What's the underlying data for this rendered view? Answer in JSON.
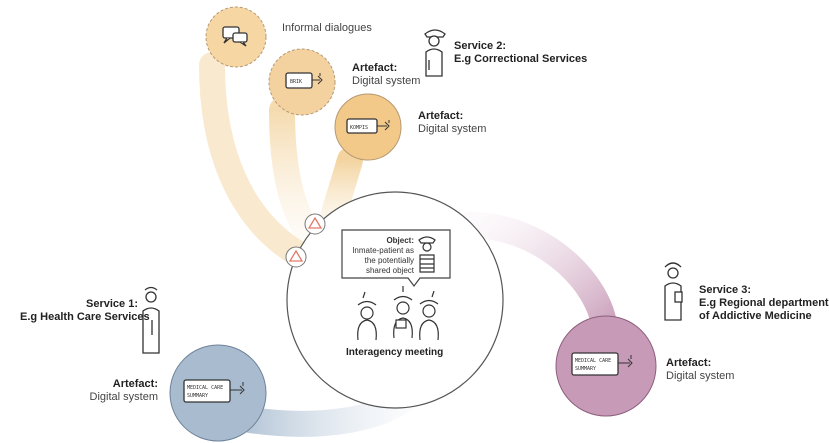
{
  "informal": {
    "label": "Informal dialogues",
    "icon": "speech-bubbles-icon"
  },
  "artefact_brik": {
    "title": "Artefact:",
    "subtitle": "Digital system",
    "device_label": "BRIK"
  },
  "artefact_kompis": {
    "title": "Artefact:",
    "subtitle": "Digital system",
    "device_label": "KOMPIS"
  },
  "service2": {
    "title": "Service 2:",
    "subtitle": "E.g Correctional Services",
    "icon": "officer-figure-icon"
  },
  "service1": {
    "title": "Service 1:",
    "subtitle": "E.g Health Care Services",
    "icon": "nurse-figure-icon"
  },
  "service3": {
    "title": "Service 3:",
    "subtitle": "E.g Regional department",
    "subtitle2": "of Addictive Medicine",
    "icon": "staff-figure-icon"
  },
  "artefact_left": {
    "title": "Artefact:",
    "subtitle": "Digital system",
    "device_label_1": "MEDICAL CARE",
    "device_label_2": "SUMMARY"
  },
  "artefact_right": {
    "title": "Artefact:",
    "subtitle": "Digital system",
    "device_label_1": "MEDICAL CARE",
    "device_label_2": "SUMMARY"
  },
  "meeting": {
    "title": "Interagency meeting",
    "object_title": "Object:",
    "object_line1": "Inmate-patient as",
    "object_line2": "the potentially",
    "object_line3": "shared object"
  },
  "colors": {
    "orange": "#f2c98a",
    "orange_light": "#f9e6c6",
    "blue": "#a9bccf",
    "purple": "#c79ab7",
    "warning": "#e07a6a"
  }
}
